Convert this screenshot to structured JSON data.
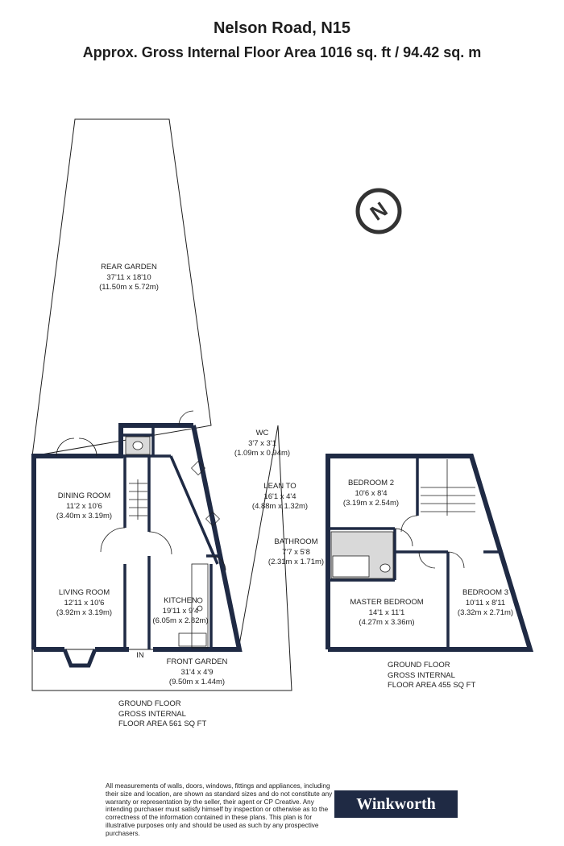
{
  "header": {
    "address": "Nelson Road, N15",
    "area": "Approx. Gross Internal Floor Area 1016 sq. ft / 94.42 sq. m"
  },
  "compass": {
    "icon": "north-arrow-icon",
    "letter": "N"
  },
  "rooms": {
    "rear_garden": {
      "name": "REAR GARDEN",
      "imperial": "37'11 x 18'10",
      "metric": "(11.50m x 5.72m)"
    },
    "wc": {
      "name": "WC",
      "imperial": "3'7 x 3'1",
      "metric": "(1.09m x 0.94m)"
    },
    "lean_to": {
      "name": "LEAN TO",
      "imperial": "16'1 x 4'4",
      "metric": "(4.88m x 1.32m)"
    },
    "dining_room": {
      "name": "DINING ROOM",
      "imperial": "11'2 x 10'6",
      "metric": "(3.40m x 3.19m)"
    },
    "living_room": {
      "name": "LIVING ROOM",
      "imperial": "12'11 x 10'6",
      "metric": "(3.92m x 3.19m)"
    },
    "kitchen": {
      "name": "KITCHEN",
      "imperial": "19'11 x 9'4",
      "metric": "(6.05m x 2.82m)"
    },
    "front_garden": {
      "name": "FRONT GARDEN",
      "imperial": "31'4 x 4'9",
      "metric": "(9.50m x 1.44m)"
    },
    "bedroom_2": {
      "name": "BEDROOM 2",
      "imperial": "10'6 x 8'4",
      "metric": "(3.19m x 2.54m)"
    },
    "bathroom": {
      "name": "BATHROOM",
      "imperial": "7'7 x 5'8",
      "metric": "(2.31m x 1.71m)"
    },
    "master_bedroom": {
      "name": "MASTER BEDROOM",
      "imperial": "14'1 x 11'1",
      "metric": "(4.27m x 3.36m)"
    },
    "bedroom_3": {
      "name": "BEDROOM 3",
      "imperial": "10'11 x 8'11",
      "metric": "(3.32m x 2.71m)"
    }
  },
  "entrance_label": "IN",
  "floor_totals": {
    "ground": {
      "line1": "GROUND FLOOR",
      "line2": "GROSS INTERNAL",
      "line3": "FLOOR AREA 561 SQ FT"
    },
    "first": {
      "line1": "GROUND FLOOR",
      "line2": "GROSS INTERNAL",
      "line3": "FLOOR AREA 455 SQ FT"
    }
  },
  "disclaimer": "All measurements of walls, doors, windows, fittings and appliances, including their size and location, are shown as standard sizes and do not constitute any warranty or representation by the seller, their agent or CP Creative. Any intending purchaser must satisfy himself by inspection or otherwise as to the correctness of the information contained in these plans. This plan is for illustrative purposes only and should be used as such by any prospective purchasers.",
  "agent_logo": "Winkworth",
  "colors": {
    "wall": "#1f2a44",
    "outline": "#1e1e1e",
    "logo_bg": "#1f2a44"
  }
}
